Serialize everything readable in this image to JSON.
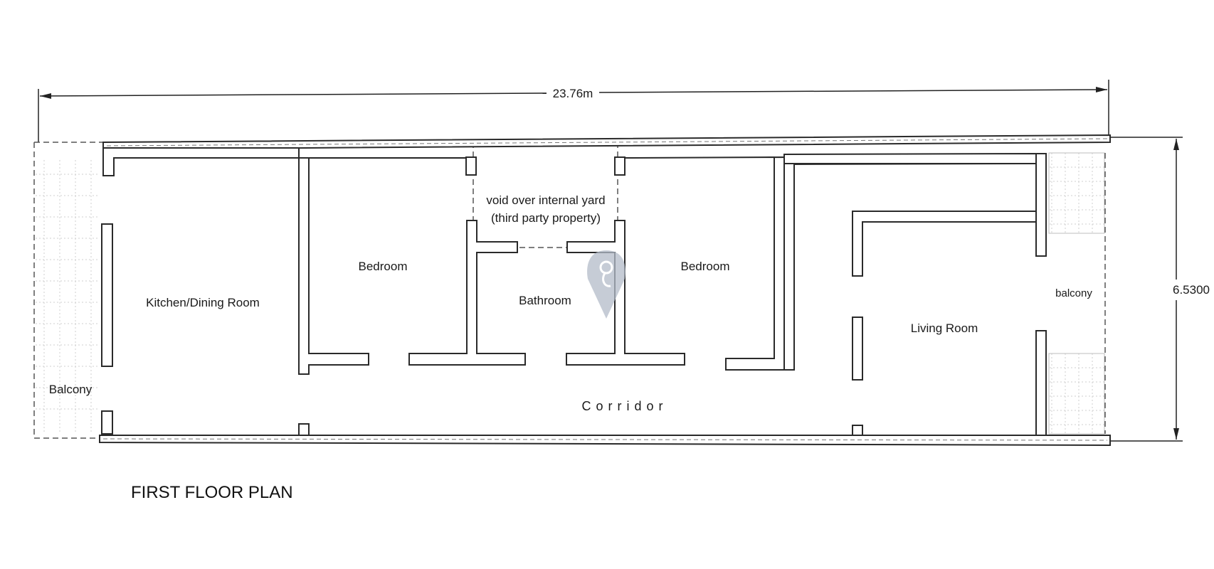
{
  "plan": {
    "title": "FIRST FLOOR PLAN",
    "dimensions": {
      "width_label": "23.76m",
      "depth_label": "6.5300"
    },
    "rooms": {
      "kitchen": "Kitchen/Dining Room",
      "bedroom_left": "Bedroom",
      "void_line1": "void over internal yard",
      "void_line2": "(third party property)",
      "bathroom": "Bathroom",
      "bedroom_right": "Bedroom",
      "living_room": "Living Room",
      "balcony_left": "Balcony",
      "balcony_right": "balcony",
      "corridor": "Corridor"
    },
    "colors": {
      "wall_stroke": "#2a2a2a",
      "watermark": "#b3bcc9"
    },
    "icons": {
      "watermark": "location-pin-icon"
    }
  }
}
